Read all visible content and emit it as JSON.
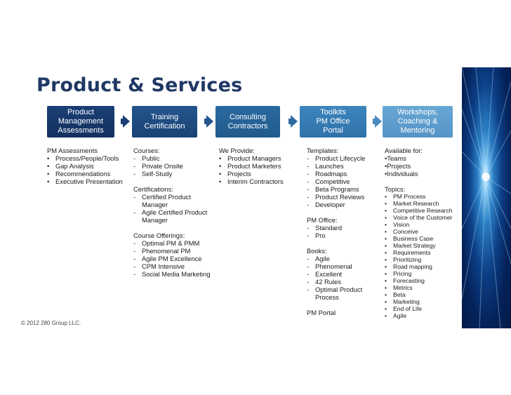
{
  "title": "Product & Services",
  "boxes": [
    {
      "label": "Product\nManagement\nAssessments"
    },
    {
      "label": "Training\nCertification"
    },
    {
      "label": "Consulting\nContractors"
    },
    {
      "label": "Toolkits\nPM Office\nPortal"
    },
    {
      "label": "Workshops,\nCoaching &\nMentoring"
    }
  ],
  "col1": {
    "heading": "PM Assessments",
    "items": [
      "Process/People/Tools",
      "Gap Analysis",
      "Recommendations",
      "Executive Presentation"
    ]
  },
  "col2": {
    "heading": "Courses:",
    "courses": [
      "Public",
      "Private Onsite",
      "Self-Study"
    ],
    "cert_heading": "Certifications:",
    "certs": [
      "Certified Product Manager",
      "Agile Certified Product Manager"
    ],
    "offer_heading": "Course Offerings:",
    "offerings": [
      "Optimal PM & PMM",
      "Phenomenal PM",
      "Agile PM Excellence",
      "CPM Intensive",
      "Social Media Marketing"
    ]
  },
  "col3": {
    "heading": "We Provide:",
    "items": [
      "Product Managers",
      "Product Marketers",
      "Projects",
      "Interim Contractors"
    ]
  },
  "col4": {
    "heading": "Templates:",
    "templates": [
      "Product Lifecycle",
      "Launches",
      "Roadmaps",
      "Competitive",
      "Beta Programs",
      "Product Reviews",
      "Developer"
    ],
    "office_heading": "PM Office:",
    "office": [
      "Standard",
      "Pro"
    ],
    "books_heading": "Books:",
    "books": [
      "Agile",
      "Phenomenal",
      "Excellent",
      "42 Rules",
      "Optimal Product Process"
    ],
    "portal": "PM Portal"
  },
  "col5": {
    "heading": "Available for:",
    "available": [
      "•Teams",
      "•Projects",
      "•Individuals"
    ],
    "topics_heading": "Topics:",
    "topics": [
      "PM Process",
      "Market Research",
      "Competitive Research",
      "Voice of the Customer",
      "Vision",
      "Conceive",
      "Business Case",
      "Market Strategy",
      "Requirements",
      "Prioritizing",
      "Road mapping",
      "Pricing",
      "Forecasting",
      "Metrics",
      "Beta",
      "Marketing",
      "End of Life",
      "Agile"
    ]
  },
  "footer": "© 2012 280 Group LLC.",
  "markers": {
    "bullet": "•",
    "dash": "-"
  },
  "colors": {
    "title": "#1f3864",
    "box1": "#1b3f77",
    "box5": "#69a7d5"
  }
}
